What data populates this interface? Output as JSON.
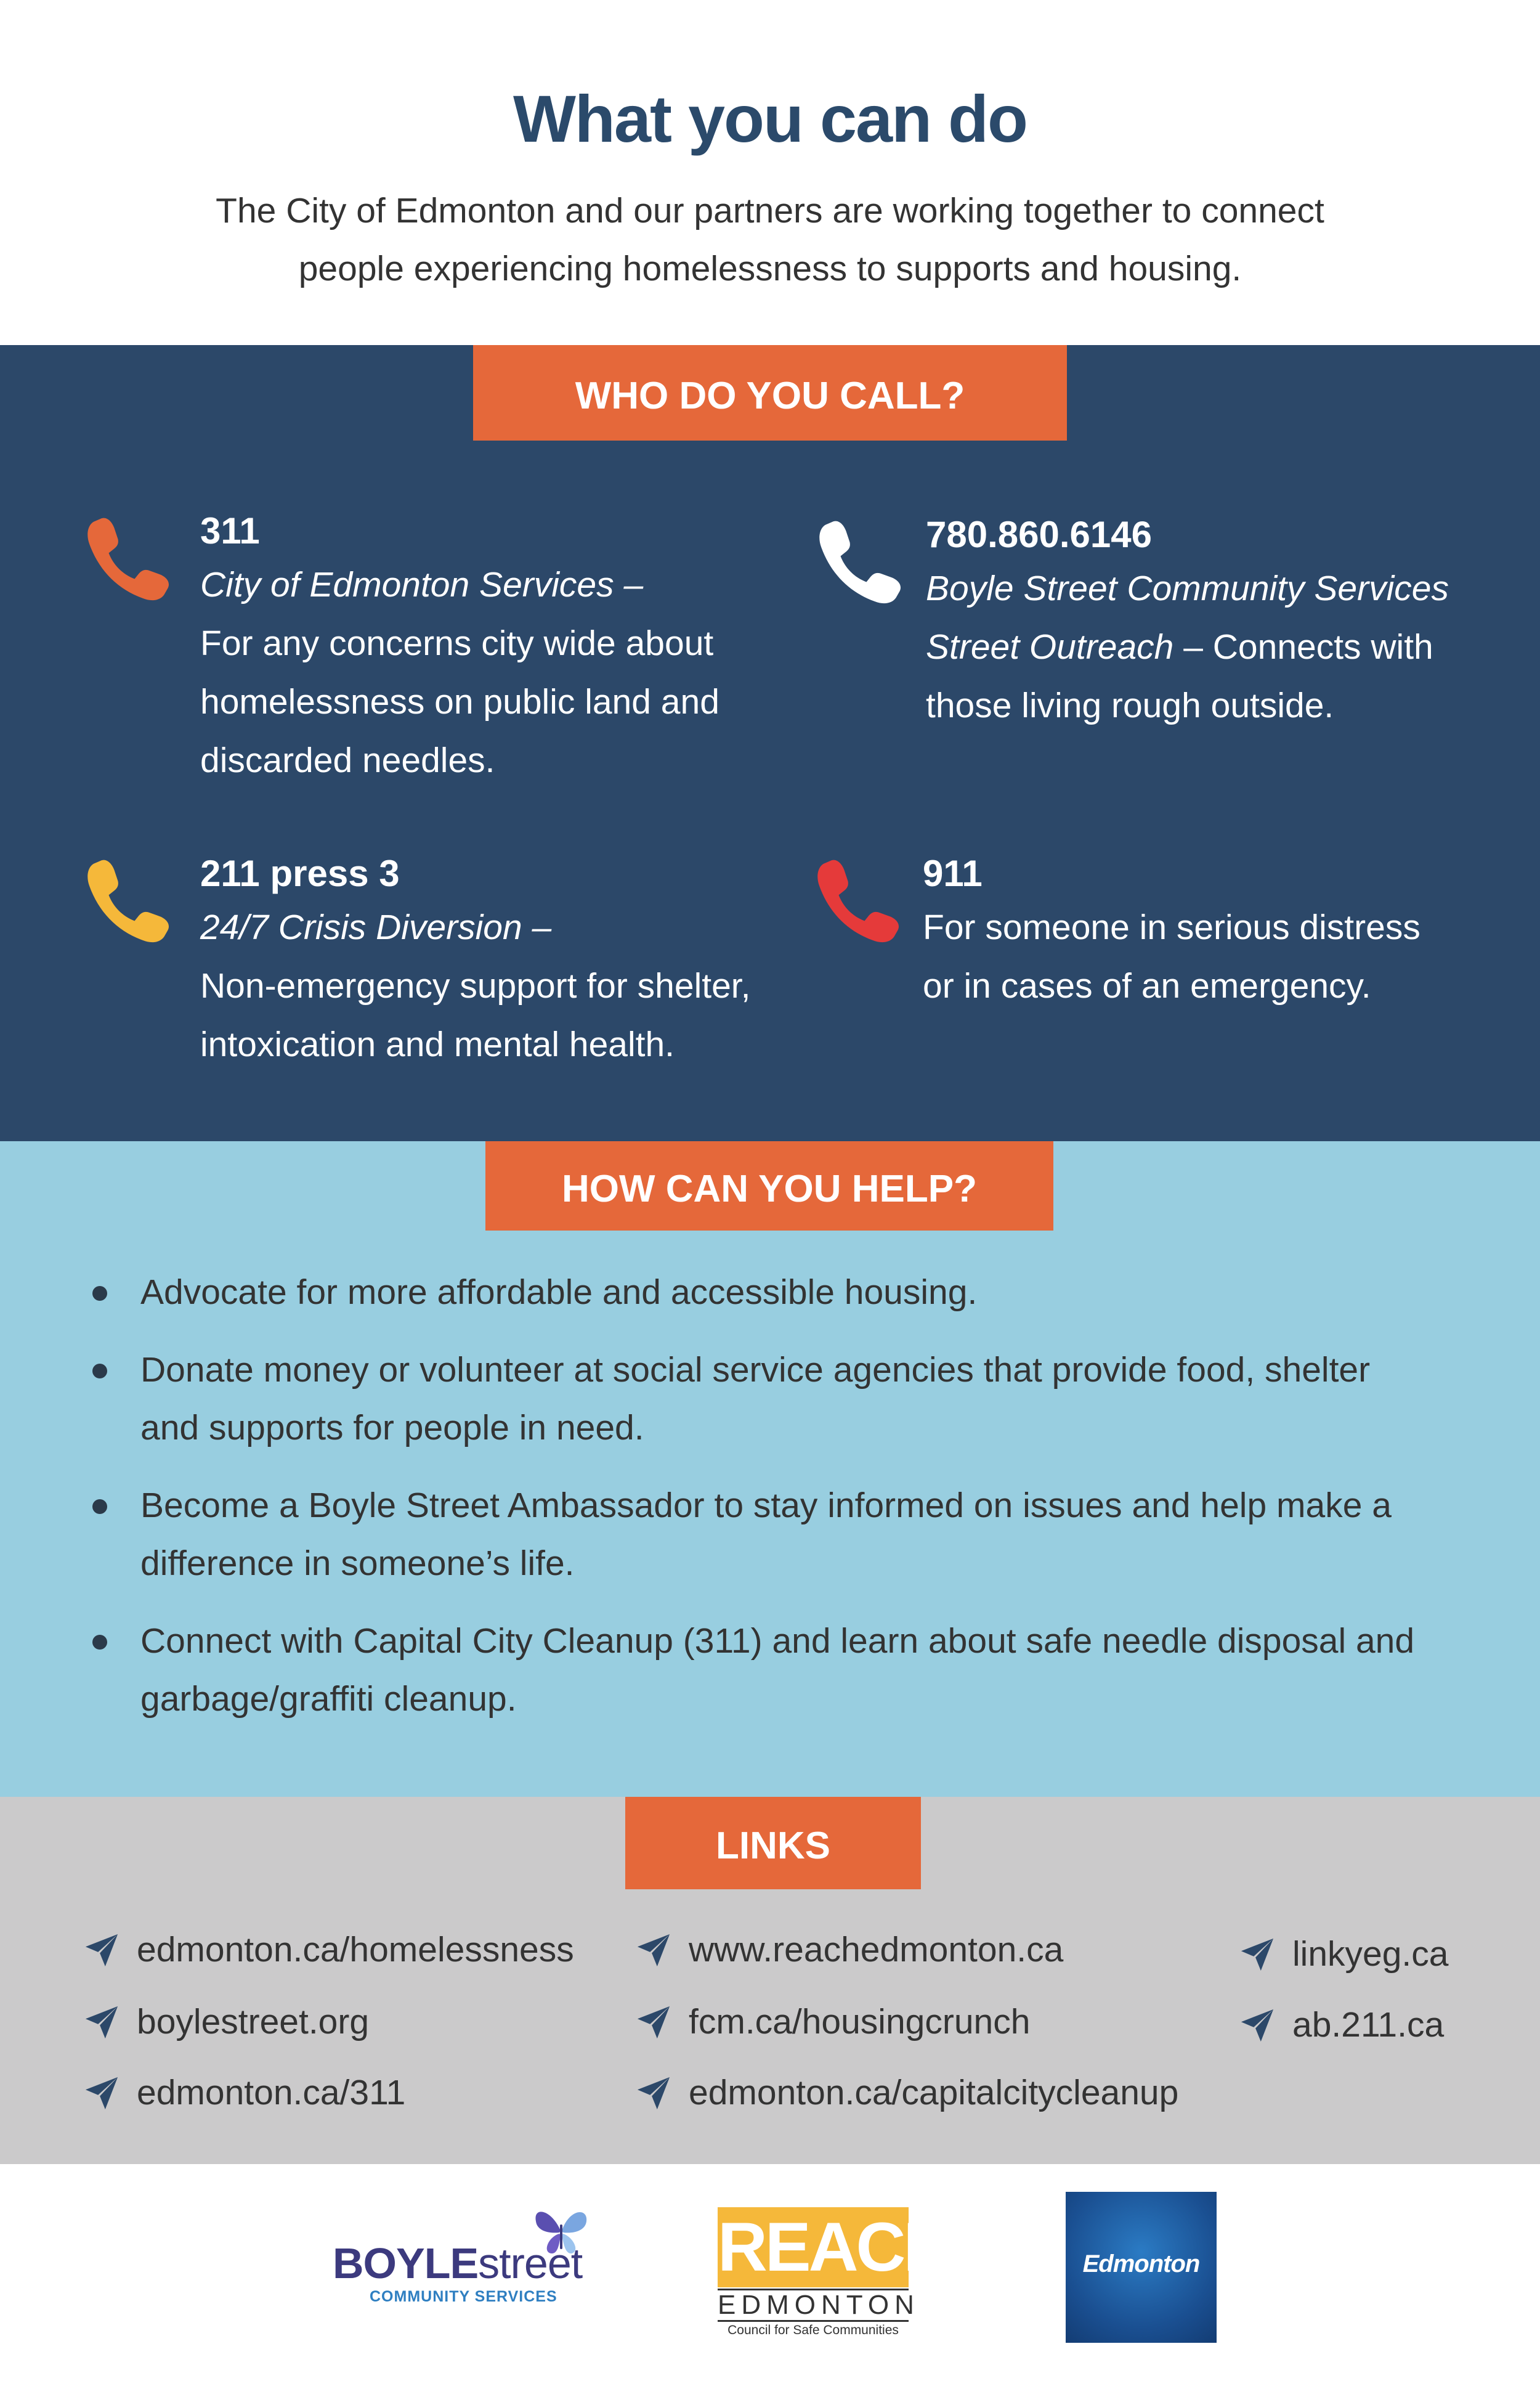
{
  "header": {
    "title": "What you can do",
    "intro_line1": "The City of Edmonton and our partners are working together to connect",
    "intro_line2": "people experiencing homelessness to supports and housing."
  },
  "call_section": {
    "heading": "WHO DO YOU CALL?",
    "contacts": [
      {
        "number": "311",
        "icon": "phone-icon",
        "icon_color": "#e5683a",
        "service": "City of Edmonton  Services",
        "lines": [
          "For any concerns city wide about",
          "homelessness on public land and",
          "discarded needles."
        ]
      },
      {
        "number": "780.860.6146",
        "icon": "phone-icon",
        "icon_color": "#ffffff",
        "service_line1": "Boyle Street Community Services",
        "service_line2": "Street Outreach",
        "after_service": " – Connects with",
        "lines": [
          "those living rough outside."
        ]
      },
      {
        "number": "211 press 3",
        "icon": "phone-icon",
        "icon_color": "#f5b83a",
        "service": "24/7 Crisis Diversion",
        "lines": [
          "Non-emergency support for shelter,",
          "intoxication and mental health."
        ]
      },
      {
        "number": "911",
        "icon": "phone-icon",
        "icon_color": "#e53a3a",
        "lines": [
          "For someone in serious distress",
          "or in cases of an emergency."
        ]
      }
    ]
  },
  "help_section": {
    "heading": "HOW CAN YOU HELP?",
    "items": [
      [
        "Advocate for more affordable and accessible housing."
      ],
      [
        "Donate money or volunteer at social service agencies that provide food, shelter",
        "and supports for people in need."
      ],
      [
        "Become a Boyle Street Ambassador to stay informed on issues and help make a",
        "difference in someone’s life."
      ],
      [
        "Connect with Capital City Cleanup (311) and learn about safe needle disposal and",
        "garbage/graffiti cleanup."
      ]
    ]
  },
  "links_section": {
    "heading": "LINKS",
    "icon": "send-arrow-icon",
    "links": [
      "edmonton.ca/homelessness",
      "boylestreet.org",
      "edmonton.ca/311",
      "www.reachedmonton.ca",
      "fcm.ca/housingcrunch",
      "edmonton.ca/capitalcitycleanup",
      "linkyeg.ca",
      "ab.211.ca"
    ]
  },
  "logos": {
    "boyle": {
      "word_bold": "BOYLE",
      "word_light": "street",
      "sub": "COMMUNITY SERVICES"
    },
    "reach": {
      "word": "REACH",
      "city": "EDMONTON",
      "sub": "Council for Safe Communities"
    },
    "edmonton": {
      "word": "Edmonton"
    }
  },
  "colors": {
    "navy": "#2c4869",
    "light_blue": "#98cee0",
    "grey": "#cbcacb",
    "orange": "#e5683a",
    "title": "#2b4a6b"
  }
}
